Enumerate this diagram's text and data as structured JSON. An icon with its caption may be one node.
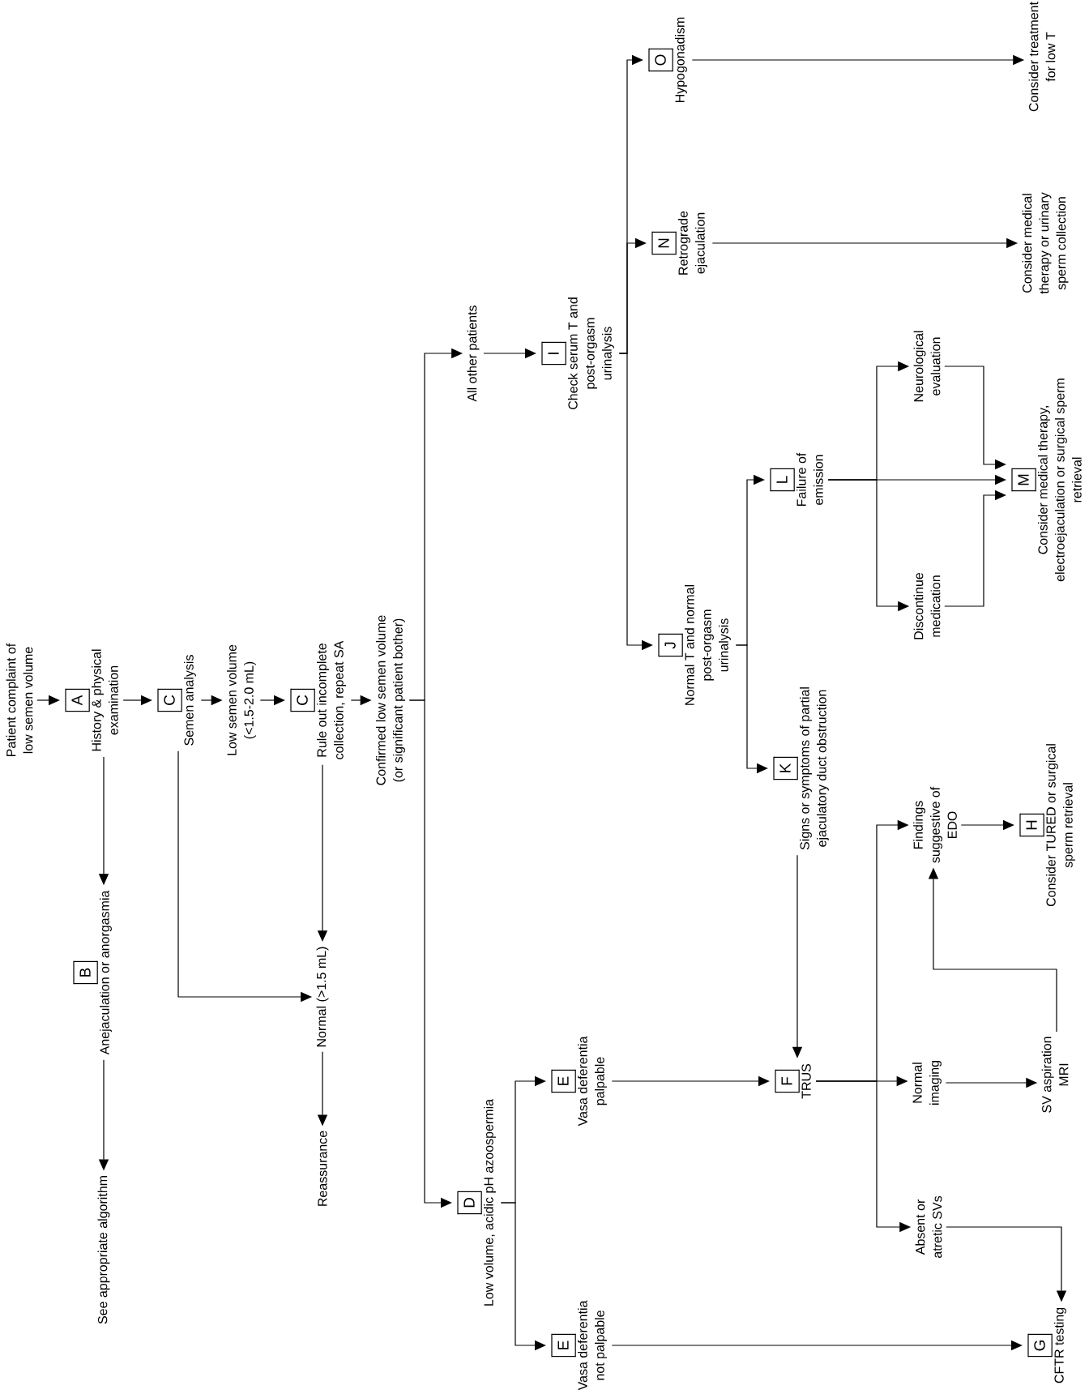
{
  "diagram": {
    "nodes": [
      {
        "text": [
          "Patient complaint of low semen volume"
        ]
      },
      {
        "text": [
          "A",
          "History & physical examination"
        ]
      },
      {
        "text": [
          "B",
          "Anejaculation or anorgasmia"
        ]
      },
      {
        "text": [
          "See appropriate algorithm"
        ]
      },
      {
        "text": [
          "C",
          "Semen analysis"
        ]
      },
      {
        "text": [
          "Low semen volume (<1.5-2.0 mL)"
        ]
      },
      {
        "text": [
          "C",
          "Rule out incomplete collection, repeat SA"
        ]
      },
      {
        "text": [
          "Normal (>1.5 mL)"
        ]
      },
      {
        "text": [
          "Reassurance"
        ]
      },
      {
        "text": [
          "Confirmed low semen volume (or significant patient bother)"
        ]
      },
      {
        "text": [
          "All other patients"
        ]
      },
      {
        "text": [
          "I",
          "Check serum T and post-orgasm urinalysis"
        ]
      },
      {
        "text": [
          "O",
          "Hypogonadism"
        ]
      },
      {
        "text": [
          "Consider treatment for low T"
        ]
      },
      {
        "text": [
          "N",
          "Retrograde ejaculation"
        ]
      },
      {
        "text": [
          "Consider medical therapy or urinary sperm collection"
        ]
      },
      {
        "text": [
          "J",
          "Normal T and normal post-orgasm urinalysis"
        ]
      },
      {
        "text": [
          "L",
          "Failure of emission"
        ]
      },
      {
        "text": [
          "Neurological evaluation"
        ]
      },
      {
        "text": [
          "Discontinue medication"
        ]
      },
      {
        "text": [
          "M",
          "Consider medical therapy, electroejaculation or surgical sperm retrieval"
        ]
      },
      {
        "text": [
          "K",
          "Signs or symptoms of partial ejaculatory duct obstruction"
        ]
      },
      {
        "text": [
          "D",
          "Low volume, acidic pH azoospermia"
        ]
      },
      {
        "text": [
          "E",
          "Vasa deferentia palpable"
        ]
      },
      {
        "text": [
          "E",
          "Vasa deferentia not palpable"
        ]
      },
      {
        "text": [
          "F",
          "TRUS"
        ]
      },
      {
        "text": [
          "Findings suggestive of EDO"
        ]
      },
      {
        "text": [
          "H",
          "Consider TURED or surgical sperm retrieval"
        ]
      },
      {
        "text": [
          "Normal imaging"
        ]
      },
      {
        "text": [
          "SV aspiration MRI"
        ]
      },
      {
        "text": [
          "Absent or atretic SVs"
        ]
      },
      {
        "text": [
          "G",
          "CFTR testing"
        ]
      }
    ],
    "edges": [
      {
        "from": 0,
        "to": 1,
        "arrow": "to"
      },
      {
        "from": 1,
        "to": 2,
        "arrow": "to"
      },
      {
        "from": 2,
        "to": 3,
        "arrow": "to"
      },
      {
        "from": 1,
        "to": 4,
        "arrow": "to"
      },
      {
        "from": 4,
        "to": 5,
        "arrow": "to"
      },
      {
        "from": 5,
        "to": 6,
        "arrow": "to"
      },
      {
        "from": 4,
        "to": 7,
        "arrow": "to"
      },
      {
        "from": 6,
        "to": 7,
        "arrow": "to"
      },
      {
        "from": 7,
        "to": 8,
        "arrow": "to"
      },
      {
        "from": 6,
        "to": 9,
        "arrow": "to"
      },
      {
        "from": 9,
        "to": 10,
        "arrow": "to"
      },
      {
        "from": 10,
        "to": 11,
        "arrow": "to"
      },
      {
        "from": 9,
        "to": 22,
        "arrow": "to"
      },
      {
        "from": 11,
        "to": 12,
        "arrow": "to"
      },
      {
        "from": 12,
        "to": 13,
        "arrow": "to"
      },
      {
        "from": 11,
        "to": 14,
        "arrow": "to"
      },
      {
        "from": 14,
        "to": 15,
        "arrow": "to"
      },
      {
        "from": 11,
        "to": 16,
        "arrow": "to"
      },
      {
        "from": 16,
        "to": 17,
        "arrow": "to"
      },
      {
        "from": 16,
        "to": 21,
        "arrow": "to"
      },
      {
        "from": 17,
        "to": 18,
        "arrow": "to"
      },
      {
        "from": 17,
        "to": 20,
        "arrow": "to"
      },
      {
        "from": 17,
        "to": 19,
        "arrow": "to"
      },
      {
        "from": 18,
        "to": 20,
        "arrow": "to"
      },
      {
        "from": 19,
        "to": 20,
        "arrow": "to"
      },
      {
        "from": 21,
        "to": 25,
        "arrow": "to"
      },
      {
        "from": 22,
        "to": 23,
        "arrow": "to"
      },
      {
        "from": 22,
        "to": 24,
        "arrow": "to"
      },
      {
        "from": 23,
        "to": 25,
        "arrow": "to"
      },
      {
        "from": 24,
        "to": 31,
        "arrow": "to"
      },
      {
        "from": 25,
        "to": 26,
        "arrow": "to"
      },
      {
        "from": 25,
        "to": 28,
        "arrow": "to"
      },
      {
        "from": 25,
        "to": 30,
        "arrow": "to"
      },
      {
        "from": 26,
        "to": 27,
        "arrow": "to"
      },
      {
        "from": 28,
        "to": 29,
        "arrow": "to"
      },
      {
        "from": 29,
        "to": 26,
        "arrow": "to"
      },
      {
        "from": 30,
        "to": 31,
        "arrow": "to"
      }
    ]
  }
}
